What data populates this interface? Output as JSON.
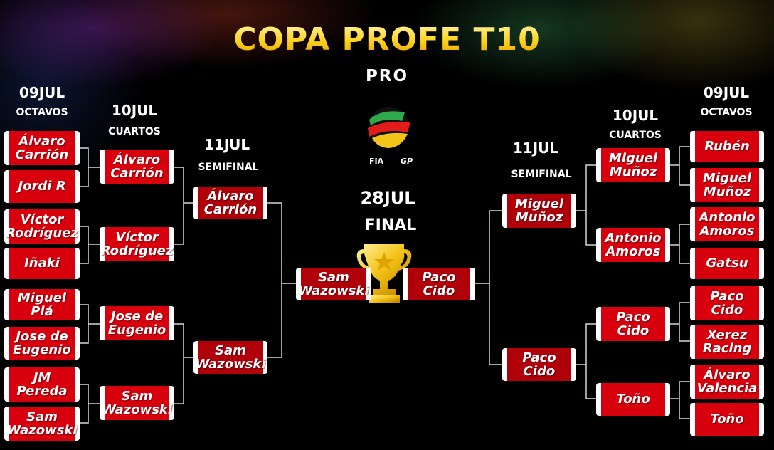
{
  "header": {
    "title": "COPA PROFE T10",
    "subtitle": "PRO"
  },
  "logo": {
    "icon": "racing-logo-icon",
    "left_text": "FIA",
    "right_text": "GP"
  },
  "labels": {
    "left_octavos_date": "09JUL",
    "left_octavos": "OCTAVOS",
    "left_cuartos_date": "10JUL",
    "left_cuartos": "CUARTOS",
    "left_semi_date": "11JUL",
    "left_semi": "SEMIFINAL",
    "final_date": "28JUL",
    "final": "FINAL",
    "right_semi_date": "11JUL",
    "right_semi": "SEMIFINAL",
    "right_cuartos_date": "10JUL",
    "right_cuartos": "CUARTOS",
    "right_octavos_date": "09JUL",
    "right_octavos": "OCTAVOS"
  },
  "bracket": {
    "left_octavos": [
      "Álvaro Carrión",
      "Jordi R",
      "Víctor Rodríguez",
      "Iñaki",
      "Miguel Plá",
      "Jose de Eugenio",
      "JM Pereda",
      "Sam Wazowski"
    ],
    "left_cuartos": [
      "Álvaro Carrión",
      "Víctor Rodríguez",
      "Jose de Eugenio",
      "Sam Wazowski"
    ],
    "left_semi": [
      "Álvaro Carrión",
      "Sam Wazowski"
    ],
    "final": [
      "Sam Wazowski",
      "Paco Cido"
    ],
    "right_semi": [
      "Miguel Muñoz",
      "Paco Cido"
    ],
    "right_cuartos": [
      "Miguel Muñoz",
      "Antonio Amoros",
      "Paco Cido",
      "Toño"
    ],
    "right_octavos": [
      "Rubén",
      "Miguel Muñoz",
      "Antonio Amoros",
      "Gatsu",
      "Paco Cido",
      "Xerez Racing",
      "Álvaro Valencia",
      "Toño"
    ]
  },
  "colors": {
    "box": "#d9000d",
    "box_dark": "#b0000a",
    "title_gold": "#ffd21a",
    "line": "#cfd8cf"
  },
  "trophy_icon": "trophy-icon"
}
